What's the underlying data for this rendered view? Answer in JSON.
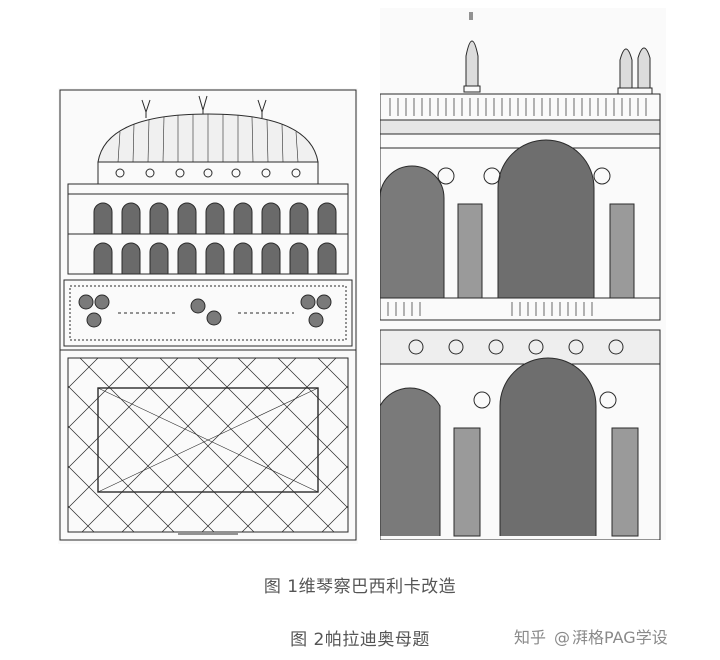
{
  "captions": {
    "fig1": "图 1维琴察巴西利卡改造",
    "fig2": "图 2帕拉迪奥母题"
  },
  "watermark": {
    "site": "知乎",
    "at": "@",
    "author": "湃格PAG学设"
  },
  "colors": {
    "ink": "#2b2b2b",
    "caption": "#555555",
    "watermark": "#8a8a8a"
  }
}
